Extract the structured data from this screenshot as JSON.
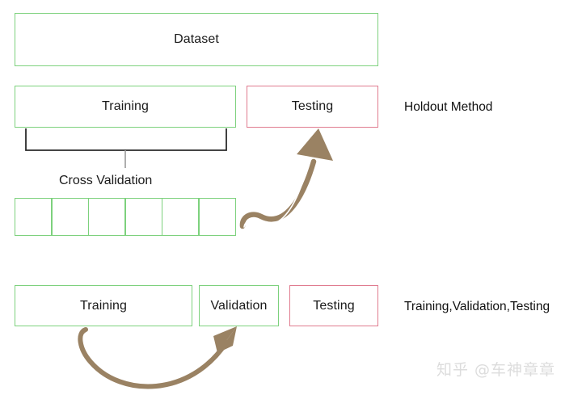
{
  "diagram": {
    "title_box": {
      "label": "Dataset"
    },
    "holdout_row": {
      "training_label": "Training",
      "testing_label": "Testing",
      "note": "Holdout Method"
    },
    "cross_validation": {
      "caption": "Cross Validation",
      "fold_count": 6,
      "folds": [
        "",
        "",
        "",
        "",
        "",
        ""
      ]
    },
    "tvt_row": {
      "training_label": "Training",
      "validation_label": "Validation",
      "testing_label": "Testing",
      "note": "Training,Validation,Testing"
    },
    "arrows": [
      {
        "name": "cv-to-testing-arrow",
        "from": "cross-validation-folds",
        "to": "holdout-testing-box"
      },
      {
        "name": "training-to-validation-arrow",
        "from": "tvt-training-box",
        "to": "tvt-validation-box"
      }
    ],
    "colors": {
      "green_border": "#7dd17d",
      "red_border": "#e07b8f",
      "arrow_brown": "#9a8263",
      "bracket_black": "#2b2b2b",
      "stem_gray": "#9a9a9a",
      "watermark_gray": "#dcdcdc",
      "text": "#1a1a1a",
      "background": "#ffffff"
    }
  },
  "watermark": {
    "text": "知乎 @车神章章"
  }
}
